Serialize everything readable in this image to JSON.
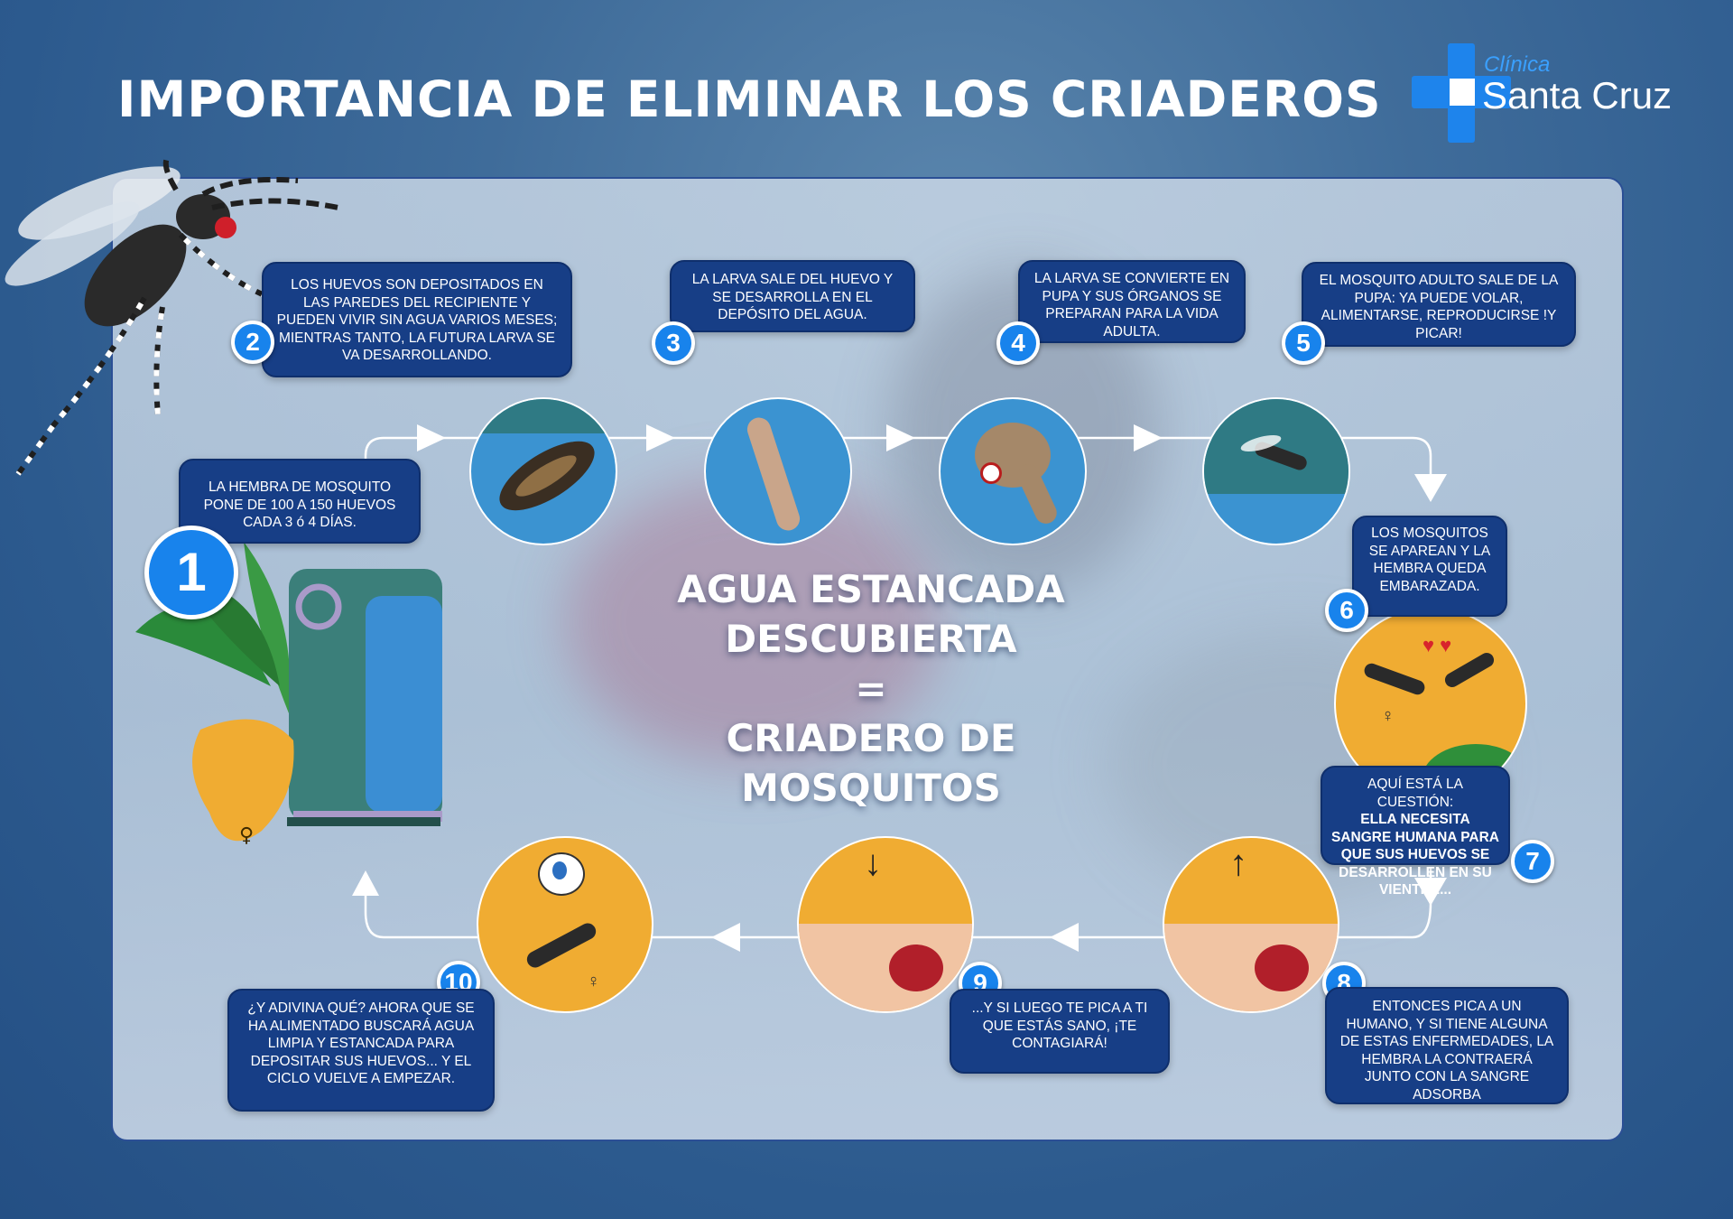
{
  "title": "IMPORTANCIA DE ELIMINAR LOS CRIADEROS",
  "logo": {
    "small": "Clínica",
    "big": "Santa Cruz"
  },
  "center": {
    "line1": "AGUA ESTANCADA",
    "line2": "DESCUBIERTA",
    "line3": "=",
    "line4": "CRIADERO DE",
    "line5": "MOSQUITOS"
  },
  "steps": [
    {
      "n": "1",
      "text": "LA HEMBRA DE MOSQUITO PONE DE 100 A 150 HUEVOS CADA 3  ó 4 DÍAS."
    },
    {
      "n": "2",
      "text": "LOS HUEVOS SON DEPOSITADOS EN LAS PAREDES DEL RECIPIENTE Y PUEDEN VIVIR SIN AGUA VARIOS MESES; MIENTRAS TANTO, LA FUTURA LARVA SE VA DESARROLLANDO."
    },
    {
      "n": "3",
      "text": "LA LARVA SALE DEL HUEVO Y SE DESARROLLA EN EL DEPÓSITO DEL AGUA."
    },
    {
      "n": "4",
      "text": "LA LARVA SE CONVIERTE EN PUPA Y SUS ÓRGANOS SE PREPARAN PARA LA VIDA ADULTA."
    },
    {
      "n": "5",
      "text": "EL MOSQUITO ADULTO SALE DE LA PUPA: YA PUEDE VOLAR, ALIMENTARSE, REPRODUCIRSE !Y PICAR!"
    },
    {
      "n": "6",
      "text": "LOS MOSQUITOS SE APAREAN Y LA HEMBRA QUEDA EMBARAZADA."
    },
    {
      "n": "7",
      "text_normal": "AQUÍ ESTÁ LA CUESTIÓN:",
      "text_bold": "ELLA NECESITA SANGRE HUMANA PARA QUE SUS HUEVOS SE DESARROLLEN EN SU VIENTRE..."
    },
    {
      "n": "8",
      "text": "ENTONCES PICA A UN HUMANO, Y SI TIENE ALGUNA DE ESTAS ENFERMEDADES, LA HEMBRA LA CONTRAERÁ JUNTO CON LA SANGRE ADSORBA"
    },
    {
      "n": "9",
      "text": "...Y SI LUEGO TE PICA A TI QUE ESTÁS SANO, ¡TE CONTAGIARÁ!"
    },
    {
      "n": "10",
      "text": "¿Y ADIVINA QUÉ? AHORA QUE SE HA ALIMENTADO BUSCARÁ AGUA LIMPIA Y ESTANCADA PARA DEPOSITAR SUS HUEVOS... Y EL CICLO VUELVE A EMPEZAR."
    }
  ],
  "symbols": {
    "female": "♀",
    "hearts": "♥ ♥",
    "arrow_down": "↓",
    "arrow_up": "↑"
  },
  "colors": {
    "badge": "#1883ec",
    "box": "#173e86",
    "water": "#3b93d1",
    "orange": "#f0ac32"
  }
}
